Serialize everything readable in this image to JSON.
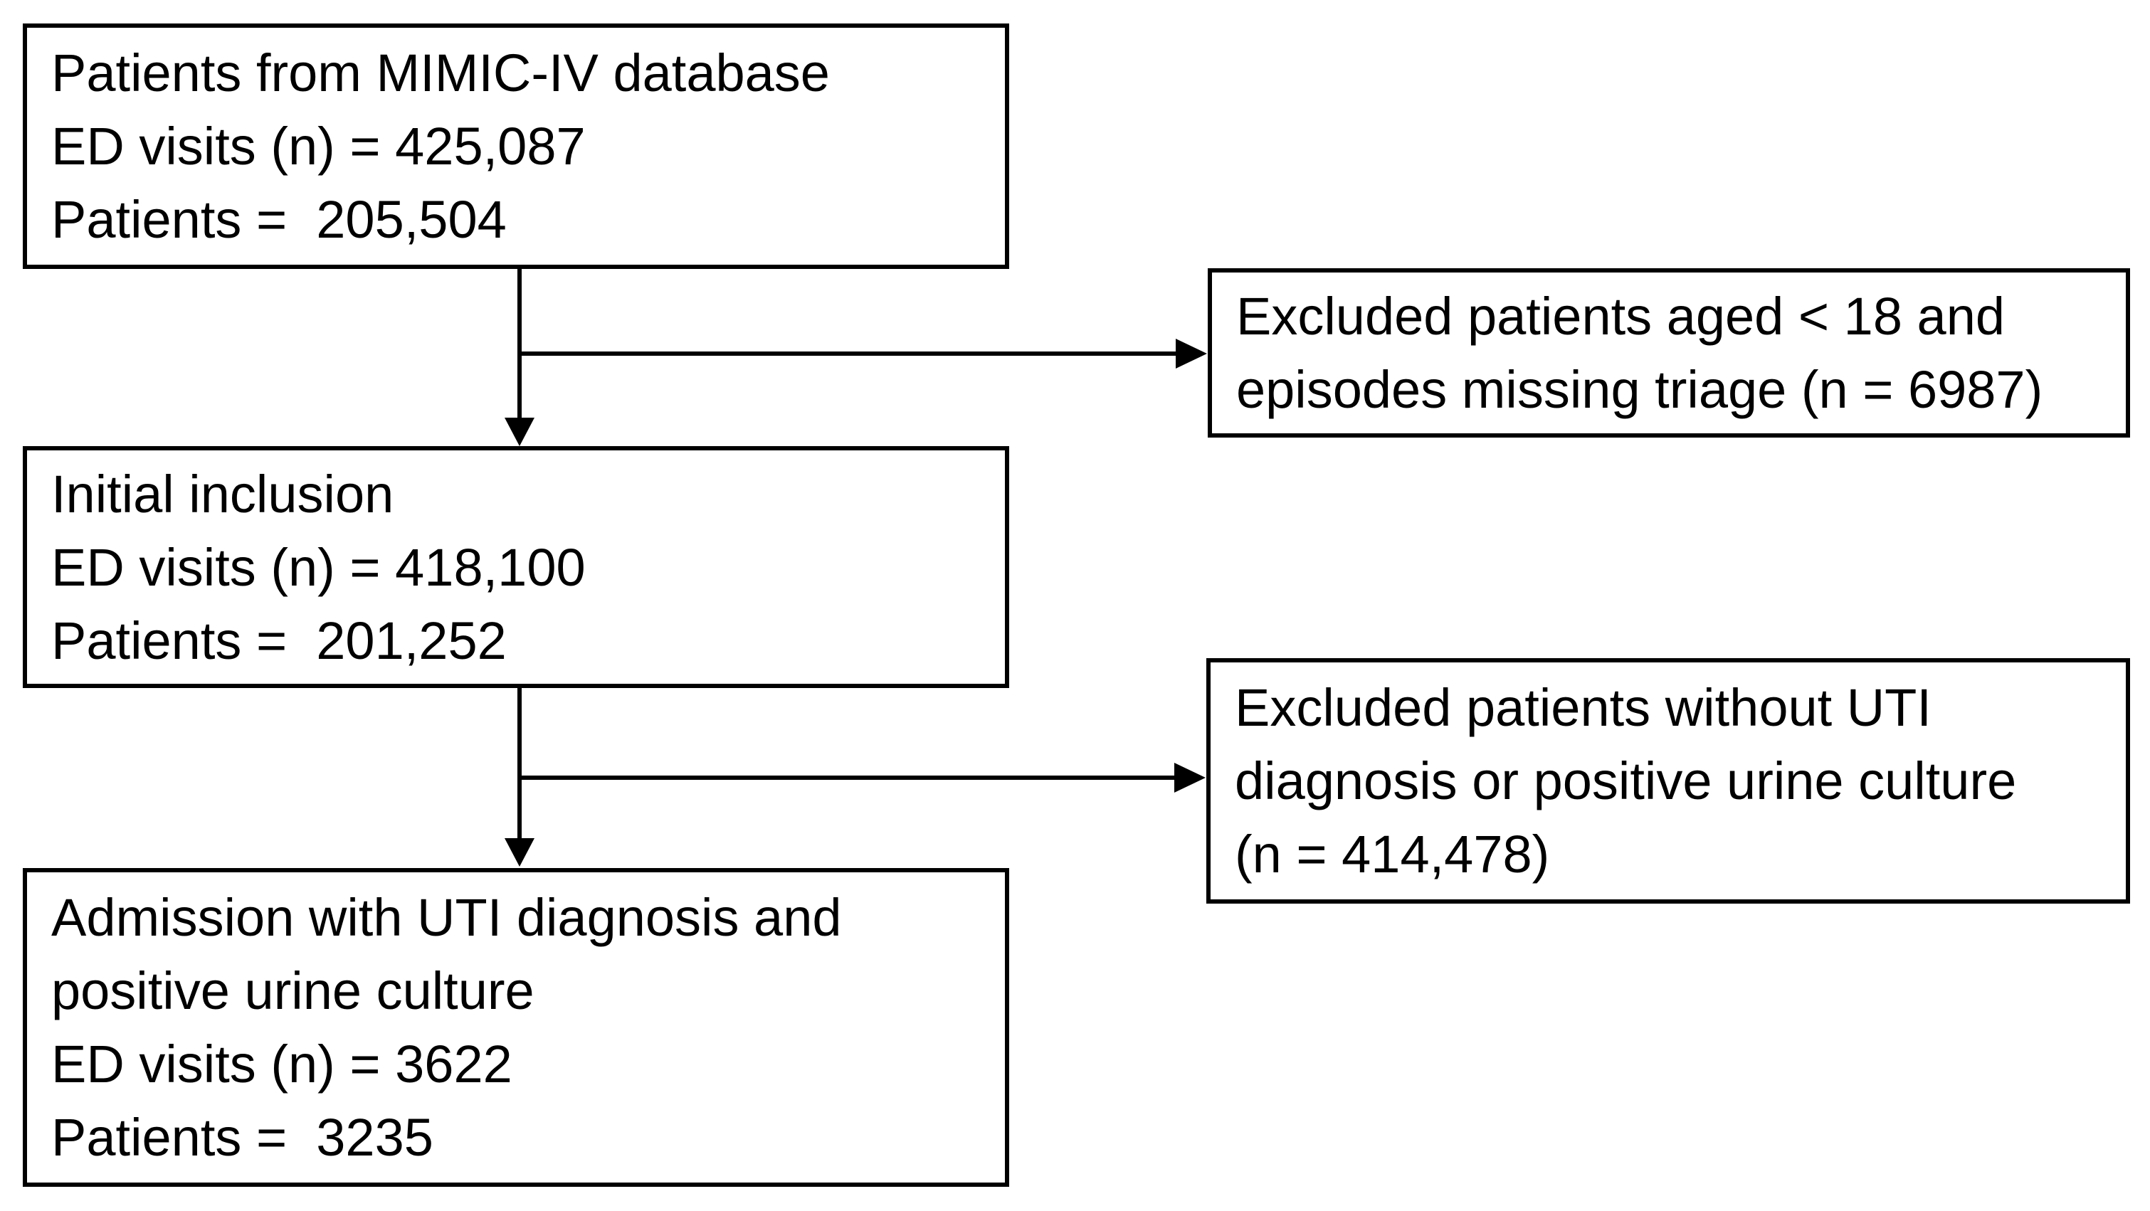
{
  "figure": {
    "background_color": "#ffffff",
    "line_color": "#000000",
    "boxes": {
      "source": {
        "lines": [
          "Patients from MIMIC-IV database",
          "ED visits (n) = 425,087",
          "Patients =  205,504"
        ]
      },
      "excluded_age": {
        "lines": [
          "Excluded patients aged < 18 and",
          "episodes missing triage (n = 6987)"
        ]
      },
      "initial": {
        "lines": [
          "Initial inclusion",
          "ED visits (n) = 418,100",
          "Patients =  201,252"
        ]
      },
      "excluded_uti": {
        "lines": [
          "Excluded patients without UTI",
          "diagnosis or positive urine culture",
          "(n = 414,478)"
        ]
      },
      "final": {
        "lines": [
          "Admission with UTI diagnosis and",
          "positive urine culture",
          "ED visits (n) = 3622",
          "Patients =  3235"
        ]
      }
    }
  }
}
